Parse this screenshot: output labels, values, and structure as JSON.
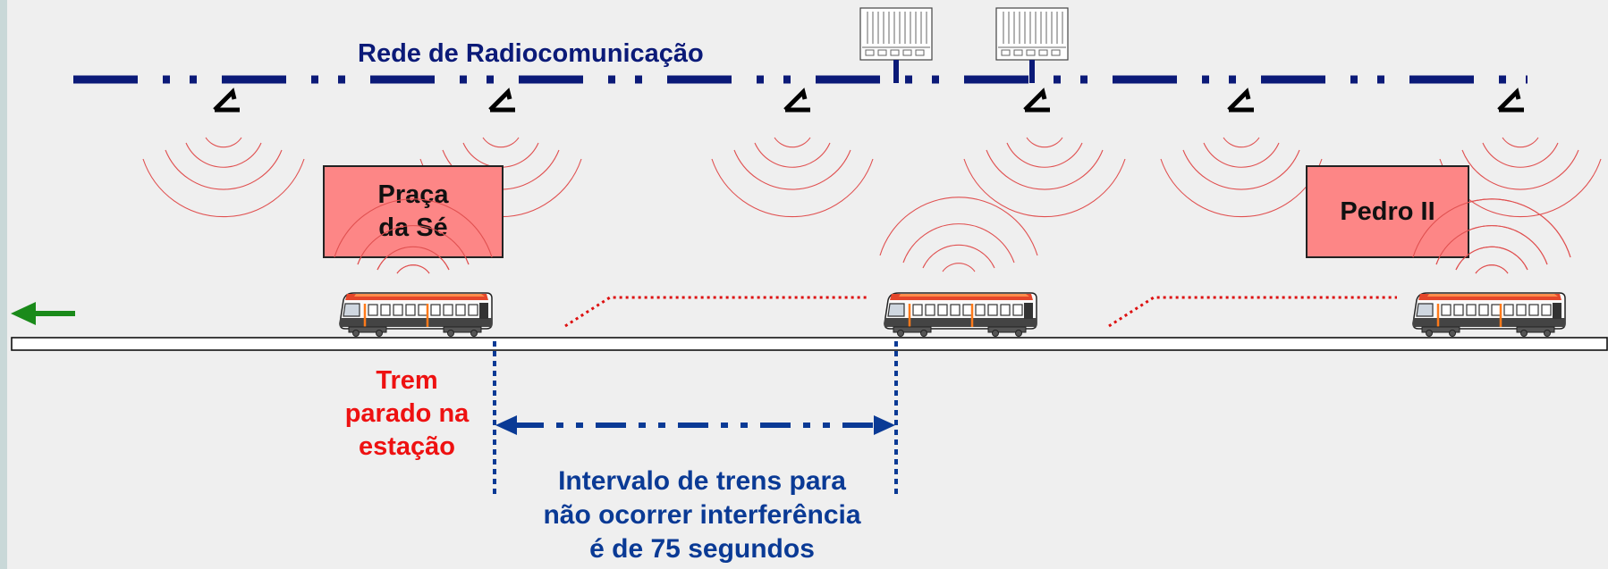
{
  "network": {
    "label": "Rede de Radiocomunicação",
    "color": "#0b1a78"
  },
  "stations": [
    {
      "name": "Praça\nda Sé"
    },
    {
      "name": "Pedro II"
    }
  ],
  "annotations": {
    "stopped_train": "Trem\nparado na\nestação",
    "interval": "Intervalo de trens para\nnão ocorrer interferência\né de 75 segundos"
  },
  "colors": {
    "background": "#efefef",
    "station_fill": "#fd8686",
    "network_line": "#0b1a78",
    "interval_line": "#0a3a95",
    "signal_waves": "#e05050",
    "red_text": "#ee1111",
    "direction_arrow": "#1a8a1a",
    "track_fill": "#ffffff"
  },
  "icons": {
    "base_station": "antenna-icon",
    "server_rack": "server-rack-icon",
    "train": "train-icon",
    "direction": "arrow-left-icon"
  }
}
